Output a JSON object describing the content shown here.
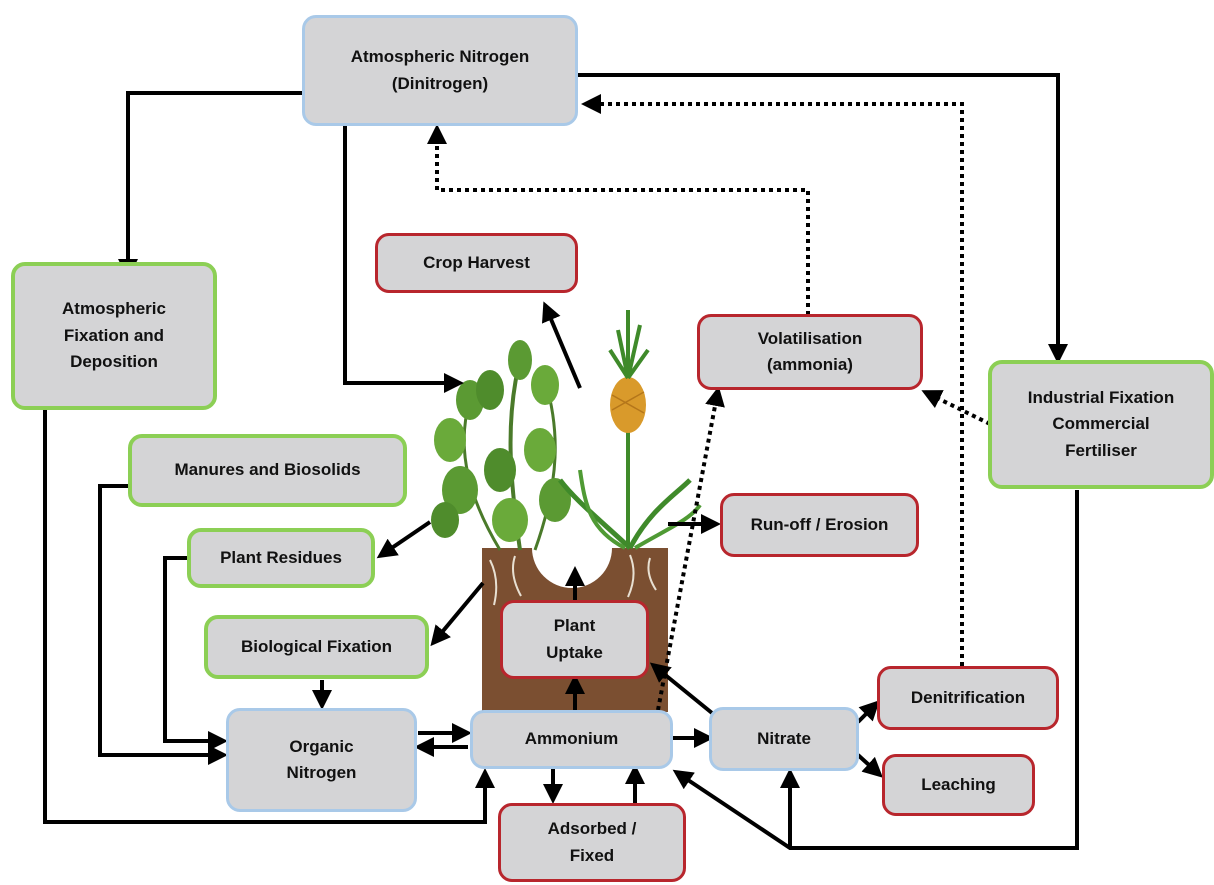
{
  "colors": {
    "box_fill": "#d4d4d6",
    "border_blue": "#a9c9e8",
    "border_green": "#8ccf55",
    "border_red": "#b8262d",
    "soil": "#7a4f30",
    "arrow": "#000000"
  },
  "nodes": {
    "atmospheric_nitrogen": "Atmospheric Nitrogen\n(Dinitrogen)",
    "atmospheric_fixation": "Atmospheric\nFixation and\nDeposition",
    "crop_harvest": "Crop Harvest",
    "volatilisation": "Volatilisation\n(ammonia)",
    "industrial_fixation": "Industrial Fixation\nCommercial\nFertiliser",
    "manures": "Manures and Biosolids",
    "plant_residues": "Plant Residues",
    "biological_fixation": "Biological Fixation",
    "runoff": "Run-off / Erosion",
    "plant_uptake": "Plant\nUptake",
    "organic_nitrogen": "Organic\nNitrogen",
    "ammonium": "Ammonium",
    "nitrate": "Nitrate",
    "denitrification": "Denitrification",
    "leaching": "Leaching",
    "adsorbed": "Adsorbed /\nFixed"
  },
  "illustration": {
    "left_plant": "peanut-plant",
    "right_plant": "pineapple-plant"
  }
}
